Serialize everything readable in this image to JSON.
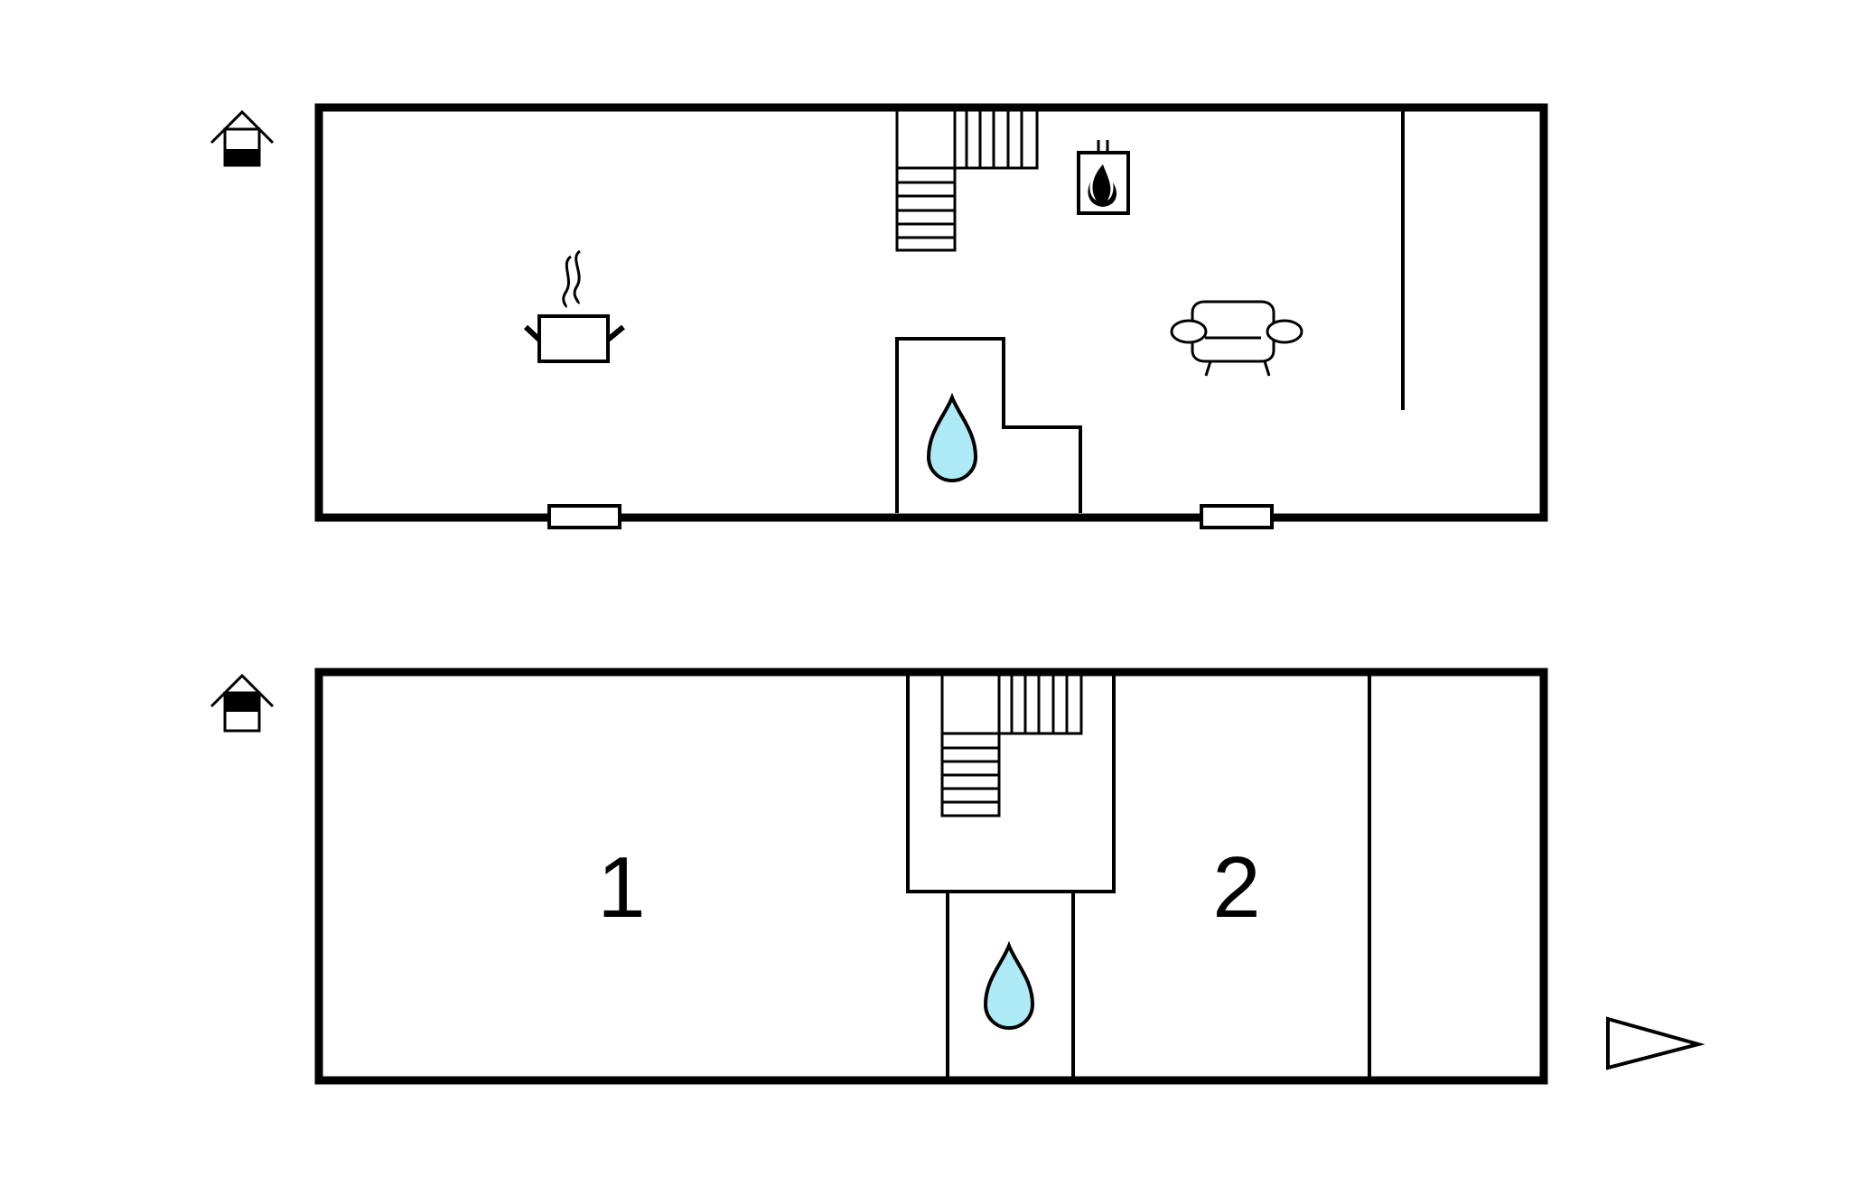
{
  "floors": [
    {
      "id": "upper-floor",
      "icon": "house-upper-floor-icon",
      "rooms": []
    },
    {
      "id": "ground-floor",
      "icon": "house-ground-floor-icon",
      "rooms": [
        {
          "number": "1"
        },
        {
          "number": "2"
        }
      ]
    }
  ],
  "icons": {
    "kitchen": "cooking-pot-icon",
    "fireplace": "fireplace-icon",
    "living": "sofa-icon",
    "bathroom": "water-drop-icon",
    "stairs": "staircase-icon",
    "orientation": "direction-arrow-icon"
  },
  "colors": {
    "water_drop": "#aeeaf6",
    "walls": "#000000",
    "background": "#ffffff"
  }
}
